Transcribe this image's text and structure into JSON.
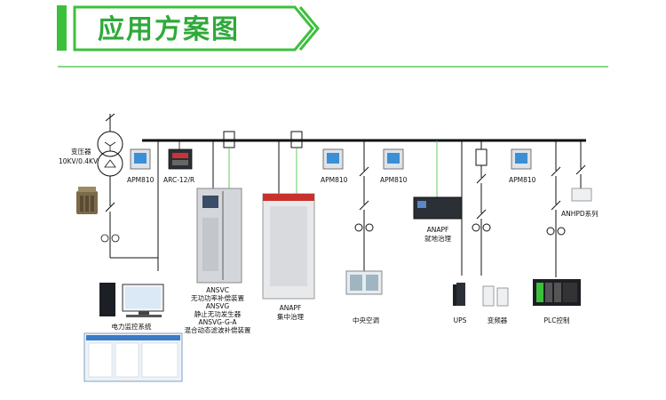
{
  "header": {
    "title": "应用方案图",
    "accent_color": "#3cc03c"
  },
  "labels": {
    "transformer": "变压器",
    "transformer_spec": "10KV/0.4KV",
    "apm_1": "APM810",
    "arc": "ARC-12/R",
    "apm_2": "APM810",
    "apm_3": "APM810",
    "apm_4": "APM810",
    "ansvc_1": "ANSVC",
    "ansvc_2": "无功功率补偿装置",
    "ansvc_3": "ANSVG",
    "ansvc_4": "静止无功发生器",
    "ansvc_5": "ANSVG-G-A",
    "ansvc_6": "混合动态滤波补偿装置",
    "anapf_central_1": "ANAPF",
    "anapf_central_2": "集中治理",
    "anapf_local_1": "ANAPF",
    "anapf_local_2": "就地治理",
    "ac": "中央空调",
    "ups": "UPS",
    "inverter": "变频器",
    "plc": "PLC控制",
    "anhpd": "ANHPD系列",
    "monitor": "电力监控系统"
  }
}
